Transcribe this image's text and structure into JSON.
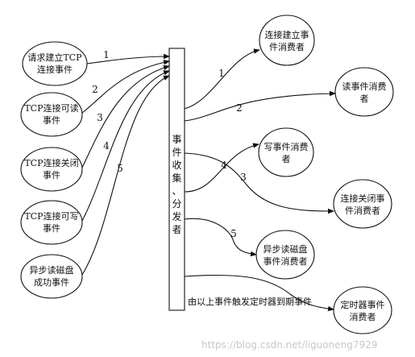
{
  "producers": [
    {
      "id": "tcp-request-event",
      "lines": [
        "请求建立TCP",
        "连接事件"
      ]
    },
    {
      "id": "tcp-readable-event",
      "lines": [
        "TCP连接可读",
        "事件"
      ]
    },
    {
      "id": "tcp-close-event",
      "lines": [
        "TCP连接关闭",
        "事件"
      ]
    },
    {
      "id": "tcp-writable-event",
      "lines": [
        "TCP连接可写",
        "事件"
      ]
    },
    {
      "id": "async-disk-read-event",
      "lines": [
        "异步读磁盘",
        "成功事件"
      ]
    }
  ],
  "consumers": [
    {
      "id": "connect-consumer",
      "lines": [
        "连接建立事",
        "件消费者"
      ]
    },
    {
      "id": "read-consumer",
      "lines": [
        "读事件消费",
        "者"
      ]
    },
    {
      "id": "write-consumer",
      "lines": [
        "写事件消费",
        "者"
      ]
    },
    {
      "id": "close-consumer",
      "lines": [
        "连接关闭事",
        "件消费者"
      ]
    },
    {
      "id": "async-disk-consumer",
      "lines": [
        "异步读磁盘",
        "事件消费者"
      ]
    },
    {
      "id": "timer-consumer",
      "lines": [
        "定时器事件",
        "消费者"
      ]
    }
  ],
  "dispatcher_chars": [
    "事",
    "件",
    "收",
    "集",
    "、",
    "分",
    "发",
    "者"
  ],
  "incoming_labels": [
    "1",
    "2",
    "3",
    "4",
    "5"
  ],
  "outgoing_labels": [
    "1",
    "2",
    "4",
    "3",
    "5"
  ],
  "timer_note": "由以上事件触发定时器到期事件",
  "watermark": "https://blog.csdn.net/liguoneng7929"
}
